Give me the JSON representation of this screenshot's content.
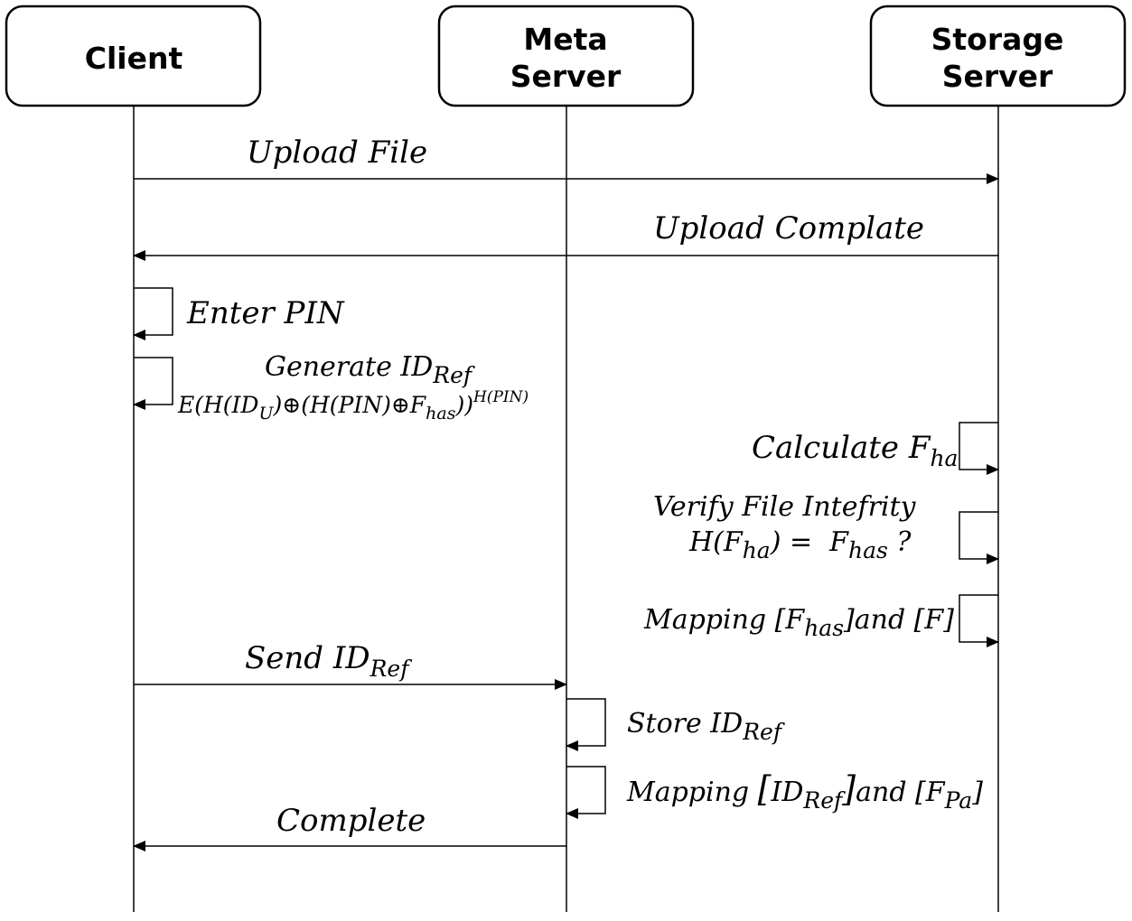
{
  "actors": {
    "client": {
      "lines": [
        "Client"
      ]
    },
    "meta": {
      "lines": [
        "Meta",
        "Server"
      ]
    },
    "storage": {
      "lines": [
        "Storage",
        "Server"
      ]
    }
  },
  "messages": {
    "upload_file": "Upload File",
    "upload_complate": "Upload Complate",
    "enter_pin": "Enter PIN",
    "generate_idref": {
      "text": "Generate ID",
      "sub": "Ref"
    },
    "formula": {
      "e_open": "E(H(ID",
      "sub_u": "U",
      "mid": ")⊕(H(PIN)⊕F",
      "sub_has": "has",
      "close": "))",
      "sup": "H(PIN)"
    },
    "calculate": {
      "text": "Calculate F",
      "sub": "ha"
    },
    "verify_title": "Verify File Intefrity",
    "verify_eq": {
      "h_open": "H(F",
      "sub_ha": "ha",
      "eq": ") =  F",
      "sub_has": "has",
      "q": " ?"
    },
    "mapping_storage": {
      "pre": "Mapping [F",
      "sub": "has",
      "post": "]and [F]"
    },
    "send_idref": {
      "text": "Send ID",
      "sub": "Ref"
    },
    "store_idref": {
      "text": "Store ID",
      "sub": "Ref"
    },
    "mapping_meta": {
      "pre": "Mapping ",
      "br_open": "[",
      "id": "ID",
      "sub": "Ref",
      "br_close": "]",
      "mid": "and [F",
      "sub2": "Pa",
      "post": "]"
    },
    "complete": "Complete"
  }
}
